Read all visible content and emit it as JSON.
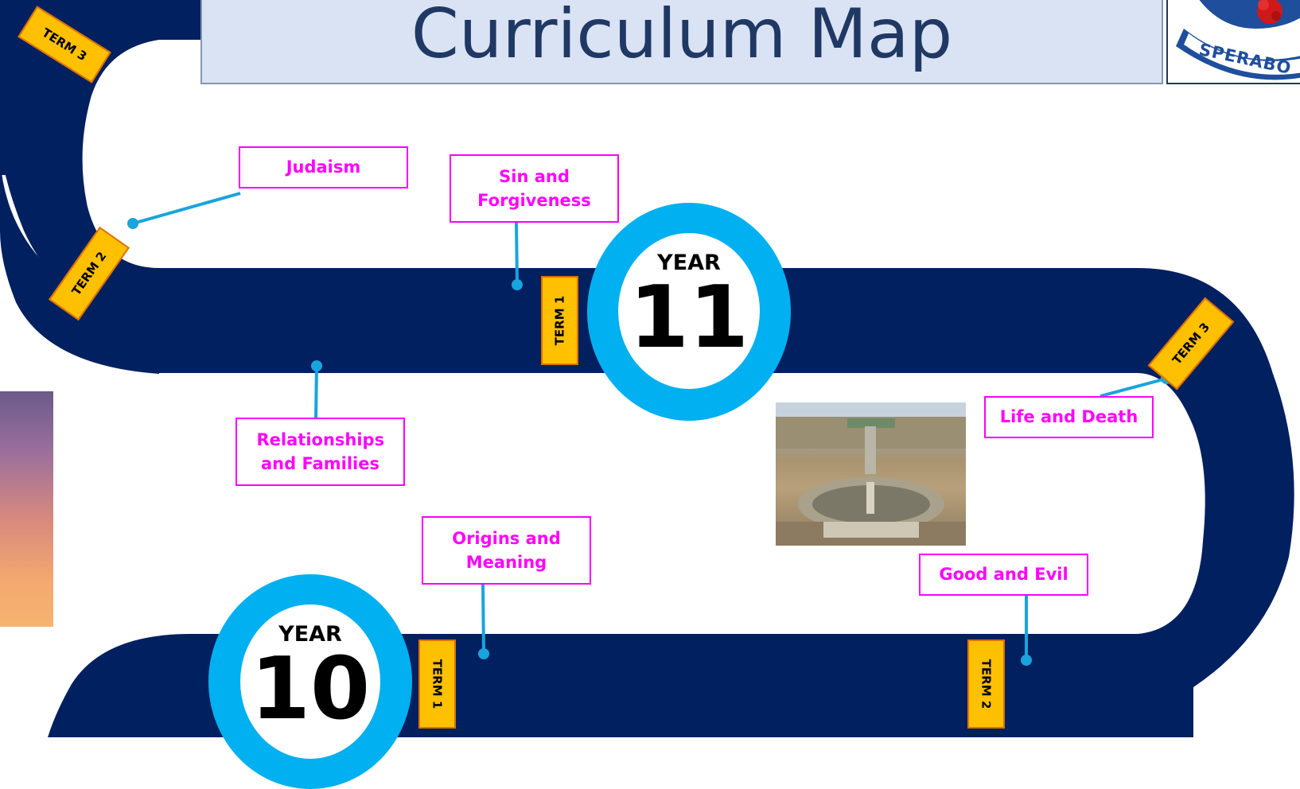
{
  "title": "Curriculum Map",
  "crest": {
    "motto": "SPERABO"
  },
  "colors": {
    "road": "#002060",
    "year_ring": "#00b0f0",
    "topic": "#ff00ff",
    "term_tag": "#ffc000",
    "title_bg": "#dae3f3",
    "title_text": "#203864"
  },
  "years": [
    {
      "label": "YEAR",
      "number": "11"
    },
    {
      "label": "YEAR",
      "number": "10"
    }
  ],
  "topics": {
    "judaism": "Judaism",
    "sin_forgiveness": "Sin and Forgiveness",
    "relationships": "Relationships and Families",
    "life_death": "Life and Death",
    "origins": "Origins and Meaning",
    "good_evil": "Good and Evil"
  },
  "terms": {
    "y11_term1": "TERM 1",
    "y11_term2": "TERM 2",
    "y11_term3": "TERM 3",
    "y10_term1": "TERM 1",
    "y10_term2": "TERM 2",
    "y10_term3": "TERM 3"
  }
}
